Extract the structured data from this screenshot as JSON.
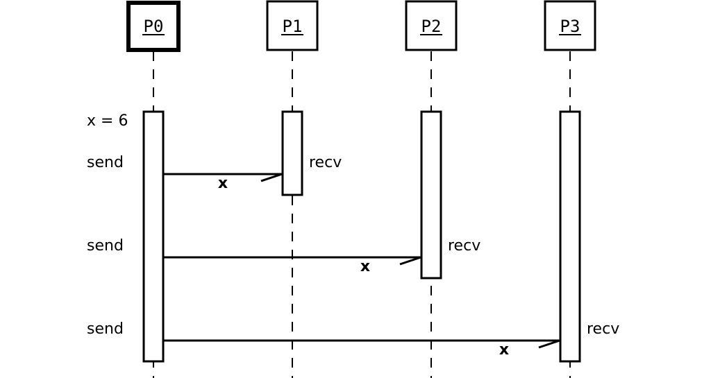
{
  "processes": [
    {
      "id": "P0",
      "label": "P0",
      "highlighted": true
    },
    {
      "id": "P1",
      "label": "P1",
      "highlighted": false
    },
    {
      "id": "P2",
      "label": "P2",
      "highlighted": false
    },
    {
      "id": "P3",
      "label": "P3",
      "highlighted": false
    }
  ],
  "notes": {
    "assign": "x = 6",
    "send_1": "send",
    "recv_1": "recv",
    "send_2": "send",
    "recv_2": "recv",
    "send_3": "send",
    "recv_3": "recv"
  },
  "messages": [
    {
      "from": "P0",
      "to": "P1",
      "label": "x"
    },
    {
      "from": "P0",
      "to": "P2",
      "label": "x"
    },
    {
      "from": "P0",
      "to": "P3",
      "label": "x"
    }
  ],
  "colors": {
    "stroke": "#000000",
    "fill": "#ffffff"
  }
}
